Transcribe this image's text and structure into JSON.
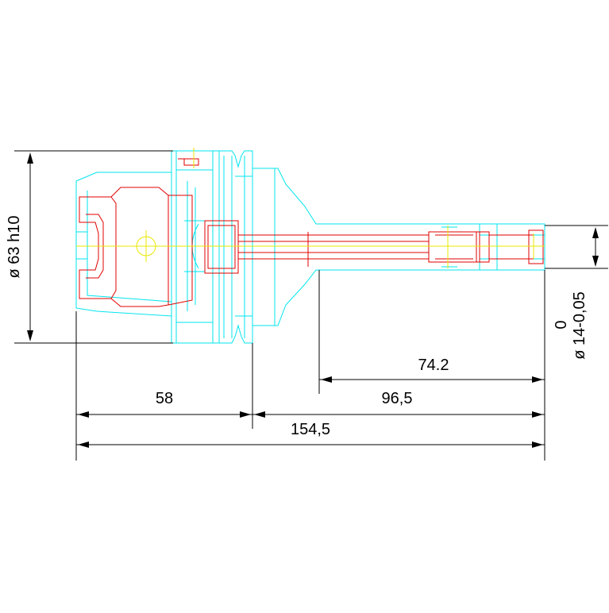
{
  "dimensions": {
    "diameter_flange": "ø 63 h10",
    "length_flange": "58",
    "length_shank": "96,5",
    "length_total": "154,5",
    "length_tip": "74.2",
    "tolerance_upper": "0",
    "diameter_tip": "ø 14-0,05"
  },
  "colors": {
    "outline": "#00e5ee",
    "inner_parts": "#e00000",
    "centerline": "#e8e800",
    "dimension": "#000000"
  }
}
